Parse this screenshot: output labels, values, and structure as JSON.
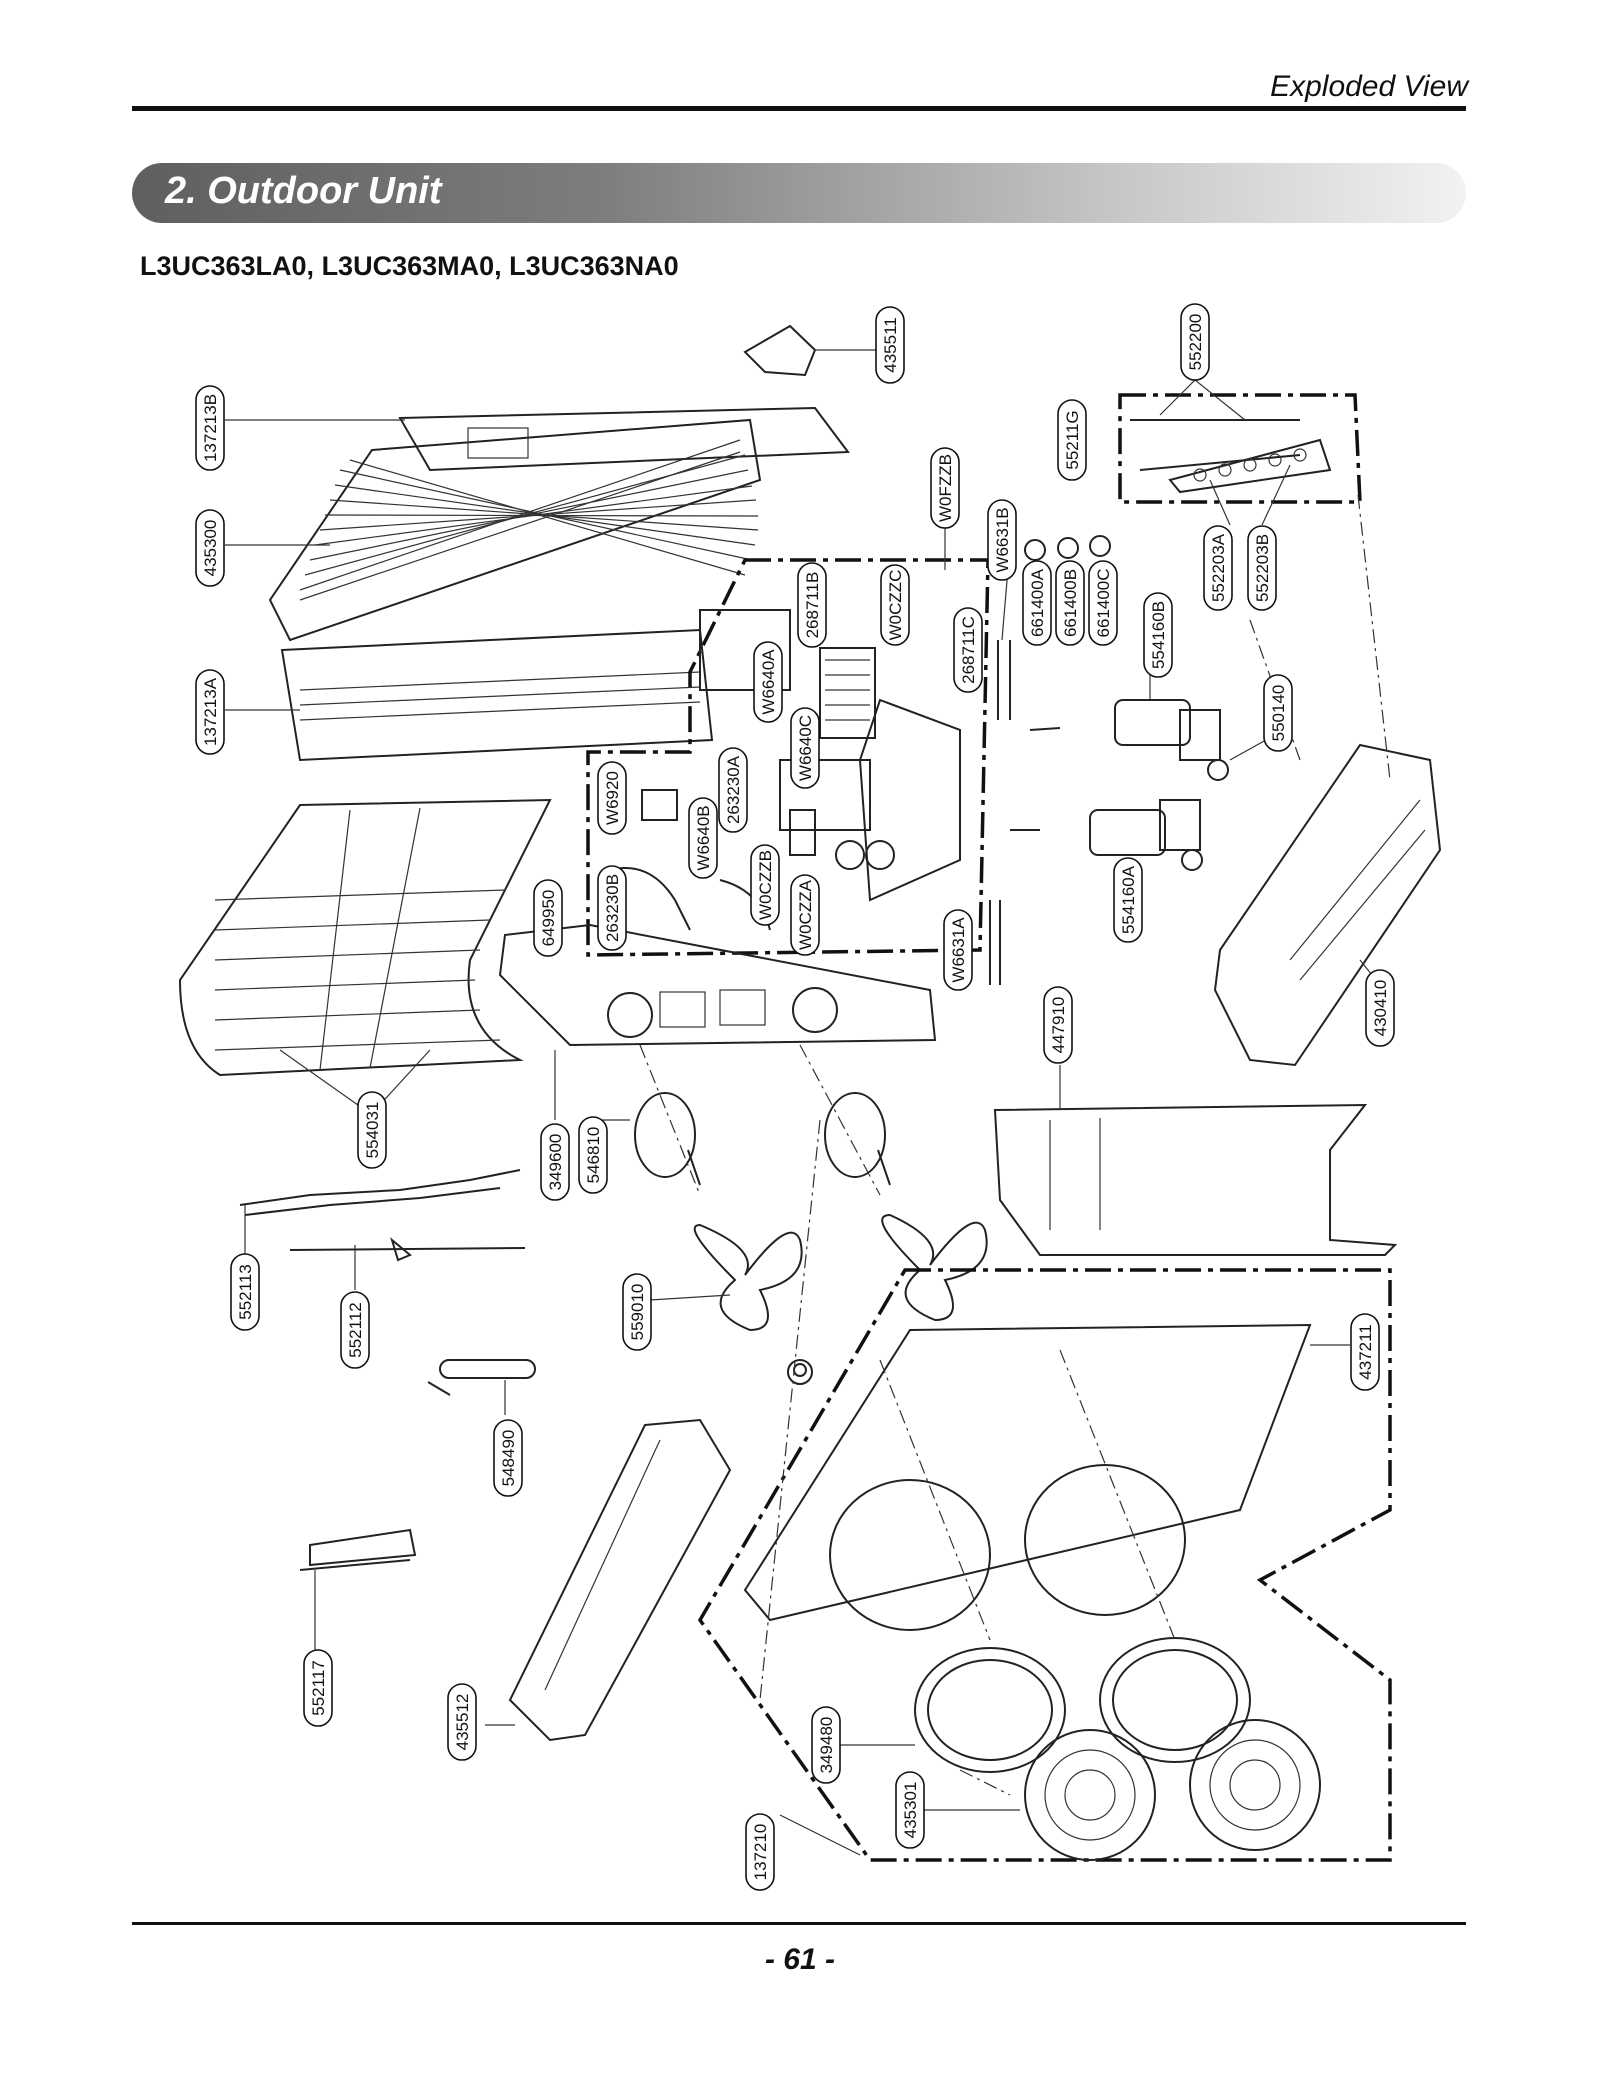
{
  "header": {
    "title": "Exploded View",
    "section_title": "2. Outdoor Unit",
    "models": "L3UC363LA0, L3UC363MA0, L3UC363NA0"
  },
  "footer": {
    "page_number": "- 61 -"
  },
  "labels": {
    "p435511": "435511",
    "p552200": "552200",
    "p137213B": "137213B",
    "p552110": "55211G",
    "pW0FZZB": "W0FZZB",
    "pW6631B": "W6631B",
    "p435300": "435300",
    "p661400A": "661400A",
    "p661400B": "661400B",
    "p661400C": "661400C",
    "p552203A": "552203A",
    "p552203B": "552203B",
    "p268711B": "268711B",
    "pW0CZZC": "W0CZZC",
    "p268711C": "268711C",
    "p554160B": "554160B",
    "p137213A": "137213A",
    "pW6640A": "W6640A",
    "p550140": "550140",
    "pW6640C": "W6640C",
    "p263230A": "263230A",
    "pW6920": "W6920",
    "pW6640B": "W6640B",
    "pW0CZZB": "W0CZZB",
    "p263230B": "263230B",
    "pW0CZZA": "W0CZZA",
    "p649950": "649950",
    "p554160A": "554160A",
    "pW6631A": "W6631A",
    "p430410": "430410",
    "p447910": "447910",
    "p554031": "554031",
    "p349600": "349600",
    "p546810": "546810",
    "p552113": "552113",
    "p552112": "552112",
    "p559010": "559010",
    "p437211": "437211",
    "p548490": "548490",
    "p552117": "552117",
    "p435512": "435512",
    "p349480": "349480",
    "p435301": "435301",
    "p137210": "137210"
  }
}
